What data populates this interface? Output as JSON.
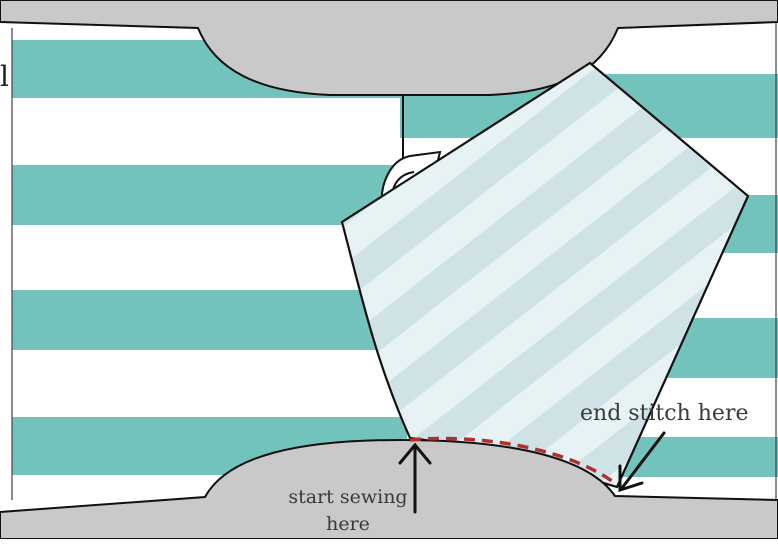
{
  "labels": {
    "edge_letter": "l",
    "end_stitch": "end stitch here",
    "start_sewing_line1": "start sewing",
    "start_sewing_line2": "here"
  },
  "colors": {
    "stripe": "#71c3bb",
    "background": "#ffffff",
    "presser_plate": "#c9c9c9",
    "panel_fill": "#e6f2f3",
    "panel_stripe": "#cfe3e6",
    "outline": "#111111",
    "stitch_line": "#b03030",
    "text": "#3a3a3a"
  },
  "icons": [
    "arrow-up-icon",
    "arrow-down-left-icon"
  ]
}
